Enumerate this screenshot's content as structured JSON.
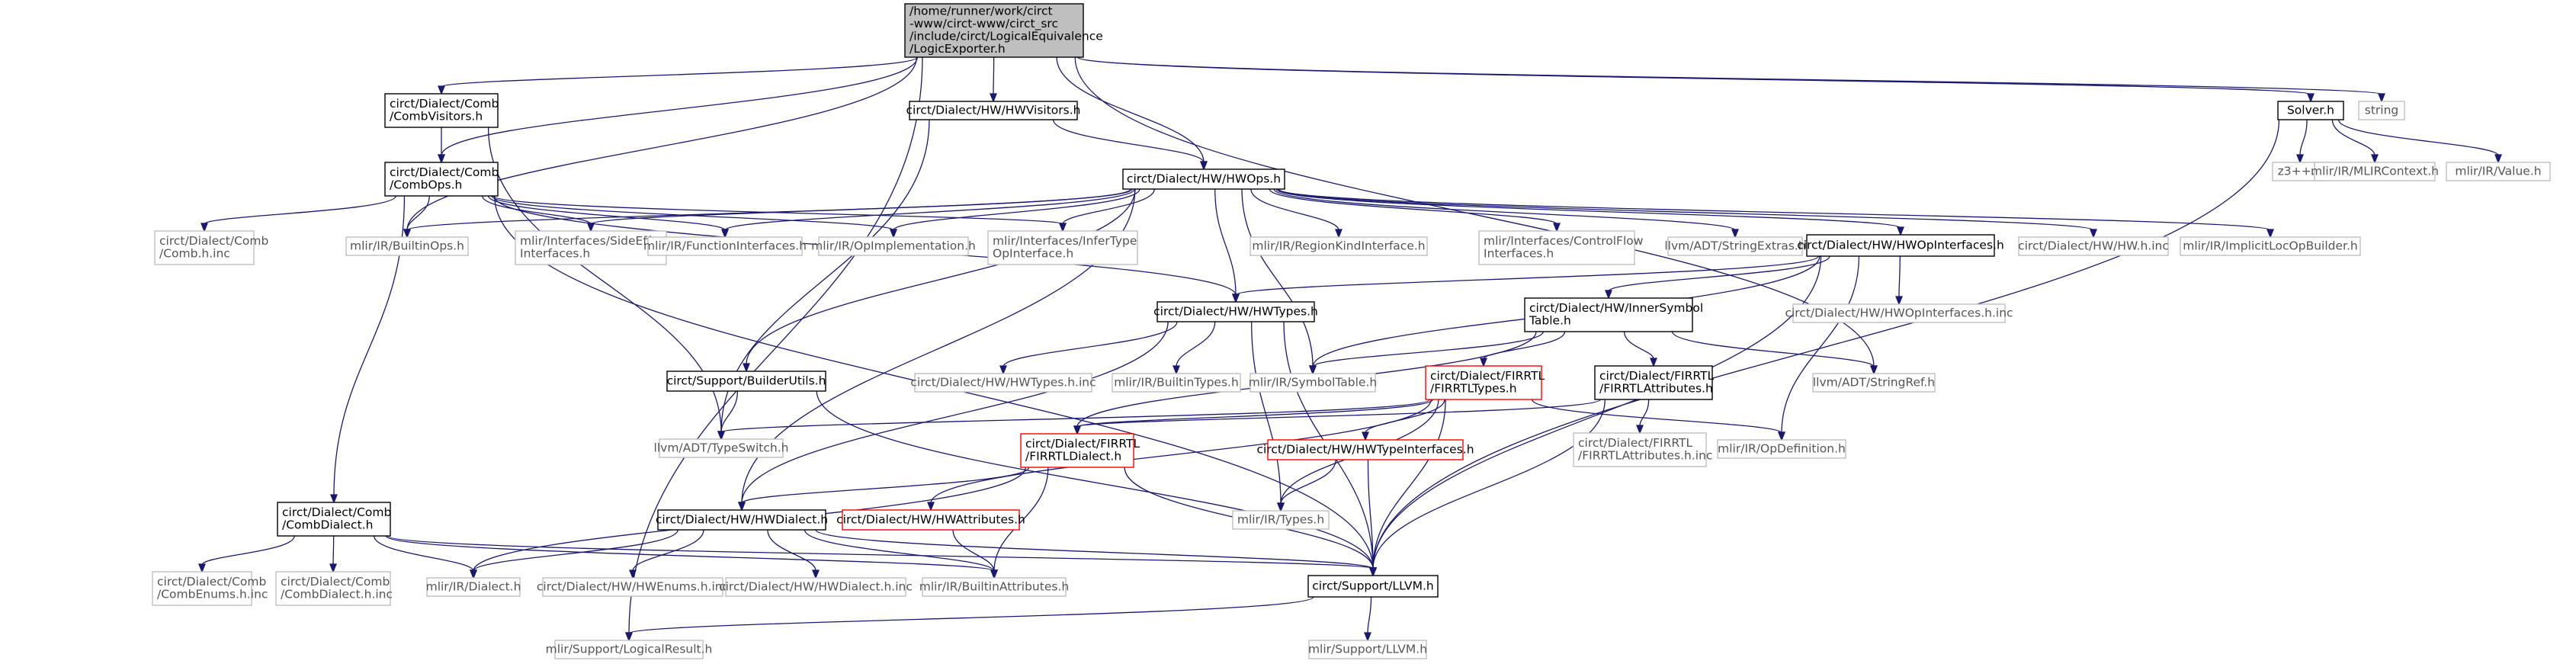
{
  "graph": {
    "nodes": [
      {
        "id": "root",
        "lines": [
          "/home/runner/work/circt",
          "-www/circt-www/circt_src",
          "/include/circt/LogicalEquivalence",
          "/LogicExporter.h"
        ],
        "style": "root"
      },
      {
        "id": "combvisitors",
        "lines": [
          "circt/Dialect/Comb",
          "/CombVisitors.h"
        ],
        "style": "black"
      },
      {
        "id": "hwvisitors",
        "lines": [
          "circt/Dialect/HW/HWVisitors.h"
        ],
        "style": "black"
      },
      {
        "id": "solver",
        "lines": [
          "Solver.h"
        ],
        "style": "black"
      },
      {
        "id": "string",
        "lines": [
          "string"
        ],
        "style": "gray"
      },
      {
        "id": "combops",
        "lines": [
          "circt/Dialect/Comb",
          "/CombOps.h"
        ],
        "style": "black"
      },
      {
        "id": "hwops",
        "lines": [
          "circt/Dialect/HW/HWOps.h"
        ],
        "style": "black"
      },
      {
        "id": "z3",
        "lines": [
          "z3++.h"
        ],
        "style": "gray"
      },
      {
        "id": "mlircontext",
        "lines": [
          "mlir/IR/MLIRContext.h"
        ],
        "style": "gray"
      },
      {
        "id": "value",
        "lines": [
          "mlir/IR/Value.h"
        ],
        "style": "gray"
      },
      {
        "id": "combinc",
        "lines": [
          "circt/Dialect/Comb",
          "/Comb.h.inc"
        ],
        "style": "gray"
      },
      {
        "id": "builtinops",
        "lines": [
          "mlir/IR/BuiltinOps.h"
        ],
        "style": "gray"
      },
      {
        "id": "sideeffect",
        "lines": [
          "mlir/Interfaces/SideEffect",
          "Interfaces.h"
        ],
        "style": "gray"
      },
      {
        "id": "funciface",
        "lines": [
          "mlir/IR/FunctionInterfaces.h"
        ],
        "style": "gray"
      },
      {
        "id": "opimpl",
        "lines": [
          "mlir/IR/OpImplementation.h"
        ],
        "style": "gray"
      },
      {
        "id": "infertype",
        "lines": [
          "mlir/Interfaces/InferType",
          "OpInterface.h"
        ],
        "style": "gray"
      },
      {
        "id": "regionkind",
        "lines": [
          "mlir/IR/RegionKindInterface.h"
        ],
        "style": "gray"
      },
      {
        "id": "controlflow",
        "lines": [
          "mlir/Interfaces/ControlFlow",
          "Interfaces.h"
        ],
        "style": "gray"
      },
      {
        "id": "stringextras",
        "lines": [
          "llvm/ADT/StringExtras.h"
        ],
        "style": "gray"
      },
      {
        "id": "hwopifaces",
        "lines": [
          "circt/Dialect/HW/HWOpInterfaces.h"
        ],
        "style": "black"
      },
      {
        "id": "hwhinc",
        "lines": [
          "circt/Dialect/HW/HW.h.inc"
        ],
        "style": "gray"
      },
      {
        "id": "implicitloc",
        "lines": [
          "mlir/IR/ImplicitLocOpBuilder.h"
        ],
        "style": "gray"
      },
      {
        "id": "hwtypes",
        "lines": [
          "circt/Dialect/HW/HWTypes.h"
        ],
        "style": "black"
      },
      {
        "id": "innersym",
        "lines": [
          "circt/Dialect/HW/InnerSymbol",
          "Table.h"
        ],
        "style": "black"
      },
      {
        "id": "hwopifacesinc",
        "lines": [
          "circt/Dialect/HW/HWOpInterfaces.h.inc"
        ],
        "style": "gray"
      },
      {
        "id": "builderutils",
        "lines": [
          "circt/Support/BuilderUtils.h"
        ],
        "style": "black"
      },
      {
        "id": "hwtypesinc",
        "lines": [
          "circt/Dialect/HW/HWTypes.h.inc"
        ],
        "style": "gray"
      },
      {
        "id": "builtintypes",
        "lines": [
          "mlir/IR/BuiltinTypes.h"
        ],
        "style": "gray"
      },
      {
        "id": "symboltable",
        "lines": [
          "mlir/IR/SymbolTable.h"
        ],
        "style": "gray"
      },
      {
        "id": "firrtltypes",
        "lines": [
          "circt/Dialect/FIRRTL",
          "/FIRRTLTypes.h"
        ],
        "style": "red"
      },
      {
        "id": "firrtlattrs",
        "lines": [
          "circt/Dialect/FIRRTL",
          "/FIRRTLAttributes.h"
        ],
        "style": "black"
      },
      {
        "id": "stringref",
        "lines": [
          "llvm/ADT/StringRef.h"
        ],
        "style": "gray"
      },
      {
        "id": "typeswitch",
        "lines": [
          "llvm/ADT/TypeSwitch.h"
        ],
        "style": "gray"
      },
      {
        "id": "firrtldialect",
        "lines": [
          "circt/Dialect/FIRRTL",
          "/FIRRTLDialect.h"
        ],
        "style": "red"
      },
      {
        "id": "hwtypeifaces",
        "lines": [
          "circt/Dialect/HW/HWTypeInterfaces.h"
        ],
        "style": "red"
      },
      {
        "id": "firrtlattrsinc",
        "lines": [
          "circt/Dialect/FIRRTL",
          "/FIRRTLAttributes.h.inc"
        ],
        "style": "gray"
      },
      {
        "id": "opdef",
        "lines": [
          "mlir/IR/OpDefinition.h"
        ],
        "style": "gray"
      },
      {
        "id": "combdialect",
        "lines": [
          "circt/Dialect/Comb",
          "/CombDialect.h"
        ],
        "style": "black"
      },
      {
        "id": "hwdialect",
        "lines": [
          "circt/Dialect/HW/HWDialect.h"
        ],
        "style": "black"
      },
      {
        "id": "hwattrs",
        "lines": [
          "circt/Dialect/HW/HWAttributes.h"
        ],
        "style": "red"
      },
      {
        "id": "types",
        "lines": [
          "mlir/IR/Types.h"
        ],
        "style": "gray"
      },
      {
        "id": "combenums",
        "lines": [
          "circt/Dialect/Comb",
          "/CombEnums.h.inc"
        ],
        "style": "gray"
      },
      {
        "id": "combdialectinc",
        "lines": [
          "circt/Dialect/Comb",
          "/CombDialect.h.inc"
        ],
        "style": "gray"
      },
      {
        "id": "dialect",
        "lines": [
          "mlir/IR/Dialect.h"
        ],
        "style": "gray"
      },
      {
        "id": "hwenums",
        "lines": [
          "circt/Dialect/HW/HWEnums.h.inc"
        ],
        "style": "gray"
      },
      {
        "id": "hwdialectinc",
        "lines": [
          "circt/Dialect/HW/HWDialect.h.inc"
        ],
        "style": "gray"
      },
      {
        "id": "builtinattrs",
        "lines": [
          "mlir/IR/BuiltinAttributes.h"
        ],
        "style": "gray"
      },
      {
        "id": "llvmsupport",
        "lines": [
          "circt/Support/LLVM.h"
        ],
        "style": "black"
      },
      {
        "id": "logicalresult",
        "lines": [
          "mlir/Support/LogicalResult.h"
        ],
        "style": "gray"
      },
      {
        "id": "mlirllvm",
        "lines": [
          "mlir/Support/LLVM.h"
        ],
        "style": "gray"
      }
    ],
    "edges": [
      [
        "root",
        "combvisitors"
      ],
      [
        "root",
        "hwvisitors"
      ],
      [
        "root",
        "solver"
      ],
      [
        "root",
        "string"
      ],
      [
        "root",
        "combops"
      ],
      [
        "root",
        "hwops"
      ],
      [
        "root",
        "builtinops"
      ],
      [
        "root",
        "stringref"
      ],
      [
        "root",
        "logicalresult"
      ],
      [
        "combvisitors",
        "combops"
      ],
      [
        "combvisitors",
        "typeswitch"
      ],
      [
        "hwvisitors",
        "hwops"
      ],
      [
        "hwvisitors",
        "typeswitch"
      ],
      [
        "solver",
        "z3"
      ],
      [
        "solver",
        "mlircontext"
      ],
      [
        "solver",
        "value"
      ],
      [
        "solver",
        "llvmsupport"
      ],
      [
        "combops",
        "combinc"
      ],
      [
        "combops",
        "builtinops"
      ],
      [
        "combops",
        "sideeffect"
      ],
      [
        "combops",
        "funciface"
      ],
      [
        "combops",
        "opimpl"
      ],
      [
        "combops",
        "infertype"
      ],
      [
        "combops",
        "combdialect"
      ],
      [
        "combops",
        "hwtypes"
      ],
      [
        "combops",
        "llvmsupport"
      ],
      [
        "hwops",
        "builtinops"
      ],
      [
        "hwops",
        "sideeffect"
      ],
      [
        "hwops",
        "funciface"
      ],
      [
        "hwops",
        "opimpl"
      ],
      [
        "hwops",
        "infertype"
      ],
      [
        "hwops",
        "regionkind"
      ],
      [
        "hwops",
        "controlflow"
      ],
      [
        "hwops",
        "stringextras"
      ],
      [
        "hwops",
        "hwopifaces"
      ],
      [
        "hwops",
        "hwhinc"
      ],
      [
        "hwops",
        "implicitloc"
      ],
      [
        "hwops",
        "hwtypes"
      ],
      [
        "hwops",
        "builderutils"
      ],
      [
        "hwops",
        "symboltable"
      ],
      [
        "hwops",
        "hwdialect"
      ],
      [
        "hwopifaces",
        "hwtypes"
      ],
      [
        "hwopifaces",
        "innersym"
      ],
      [
        "hwopifaces",
        "hwopifacesinc"
      ],
      [
        "hwopifaces",
        "symboltable"
      ],
      [
        "hwopifaces",
        "opdef"
      ],
      [
        "hwopifaces",
        "llvmsupport"
      ],
      [
        "hwtypes",
        "hwtypesinc"
      ],
      [
        "hwtypes",
        "builtintypes"
      ],
      [
        "hwtypes",
        "hwdialect"
      ],
      [
        "hwtypes",
        "types"
      ],
      [
        "hwtypes",
        "llvmsupport"
      ],
      [
        "innersym",
        "symboltable"
      ],
      [
        "innersym",
        "firrtltypes"
      ],
      [
        "innersym",
        "firrtlattrs"
      ],
      [
        "innersym",
        "stringref"
      ],
      [
        "innersym",
        "firrtldialect"
      ],
      [
        "builderutils",
        "typeswitch"
      ],
      [
        "builderutils",
        "llvmsupport"
      ],
      [
        "firrtltypes",
        "firrtldialect"
      ],
      [
        "firrtltypes",
        "hwtypeifaces"
      ],
      [
        "firrtltypes",
        "typeswitch"
      ],
      [
        "firrtltypes",
        "opdef"
      ],
      [
        "firrtltypes",
        "types"
      ],
      [
        "firrtltypes",
        "llvmsupport"
      ],
      [
        "firrtltypes",
        "hwattrs"
      ],
      [
        "firrtlattrs",
        "firrtlattrsinc"
      ],
      [
        "firrtlattrs",
        "firrtldialect"
      ],
      [
        "firrtlattrs",
        "llvmsupport"
      ],
      [
        "firrtldialect",
        "hwdialect"
      ],
      [
        "firrtldialect",
        "dialect"
      ],
      [
        "firrtldialect",
        "builtinattrs"
      ],
      [
        "firrtldialect",
        "llvmsupport"
      ],
      [
        "hwtypeifaces",
        "types"
      ],
      [
        "hwtypeifaces",
        "llvmsupport"
      ],
      [
        "combdialect",
        "combenums"
      ],
      [
        "combdialect",
        "combdialectinc"
      ],
      [
        "combdialect",
        "dialect"
      ],
      [
        "combdialect",
        "builtinattrs"
      ],
      [
        "combdialect",
        "llvmsupport"
      ],
      [
        "hwdialect",
        "dialect"
      ],
      [
        "hwdialect",
        "hwenums"
      ],
      [
        "hwdialect",
        "hwdialectinc"
      ],
      [
        "hwdialect",
        "builtinattrs"
      ],
      [
        "hwdialect",
        "llvmsupport"
      ],
      [
        "hwattrs",
        "builtinattrs"
      ],
      [
        "llvmsupport",
        "logicalresult"
      ],
      [
        "llvmsupport",
        "mlirllvm"
      ]
    ]
  }
}
